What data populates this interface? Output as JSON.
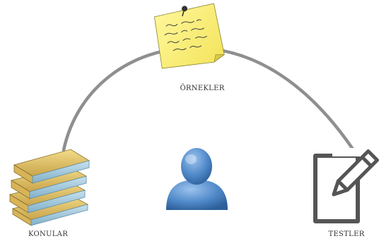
{
  "nodes": {
    "examples": {
      "label": "ÖRNEKLER",
      "icon": "sticky-note-icon"
    },
    "topics": {
      "label": "KONULAR",
      "icon": "book-stack-icon"
    },
    "tests": {
      "label": "TESTLER",
      "icon": "pencil-edit-icon"
    },
    "user": {
      "icon": "user-icon"
    }
  },
  "colors": {
    "arc": "#8f8f8f",
    "note": "#fbf07c",
    "book_cover": "#e4c46a",
    "book_pages": "#9ec6d9",
    "user": "#4f88c8",
    "tests_icon": "#555555"
  }
}
